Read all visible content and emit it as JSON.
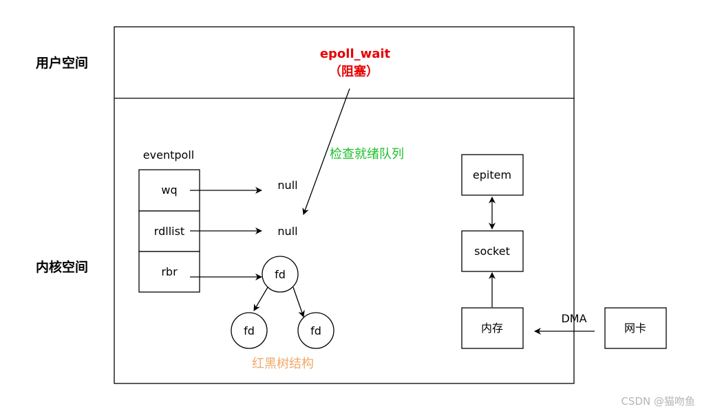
{
  "zones": {
    "user_space": "用户空间",
    "kernel_space": "内核空间"
  },
  "call": {
    "name": "epoll_wait",
    "note": "（阻塞）"
  },
  "annotations": {
    "check_ready_queue": "检查就绪队列",
    "rb_tree": "红黑树结构"
  },
  "eventpoll": {
    "title": "eventpoll",
    "fields": [
      "wq",
      "rdllist",
      "rbr"
    ]
  },
  "pointers": {
    "wq_target": "null",
    "rdllist_target": "null"
  },
  "tree_nodes": {
    "root": "fd",
    "left": "fd",
    "right": "fd"
  },
  "stack": {
    "epitem": "epitem",
    "socket": "socket",
    "memory": "内存",
    "nic": "网卡",
    "dma": "DMA"
  },
  "watermark": "CSDN @猫吻鱼",
  "colors": {
    "call": "#e60000",
    "check_ready_queue": "#1fbf2d",
    "rb_tree": "#f0a868",
    "watermark": "#b5b5b5"
  }
}
